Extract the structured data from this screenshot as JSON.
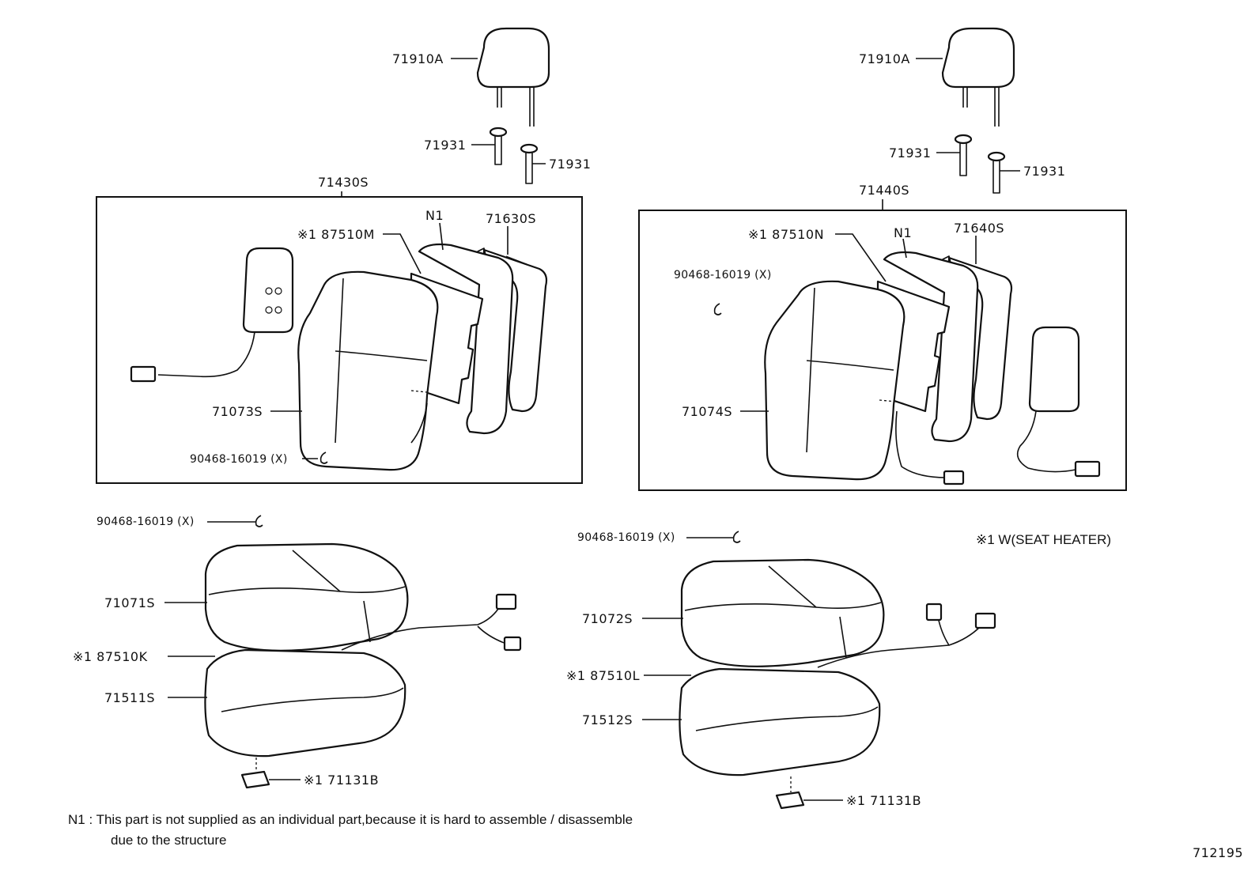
{
  "labels": {
    "left_headrest": "71910A",
    "left_guide_a": "71931",
    "left_guide_b": "71931",
    "left_back_assy": "71430S",
    "left_heater_back": "※1 87510M",
    "left_n1": "N1",
    "left_back_frame": "71630S",
    "left_back_cover": "71073S",
    "left_hog_ring_back": "90468-16019 (X)",
    "left_hog_ring_cushion": "90468-16019 (X)",
    "left_cushion_cover": "71071S",
    "left_heater_cushion": "※1 87510K",
    "left_cushion_pad": "71511S",
    "left_switch": "※1 71131B",
    "right_headrest": "71910A",
    "right_guide_a": "71931",
    "right_guide_b": "71931",
    "right_back_assy": "71440S",
    "right_heater_back": "※1 87510N",
    "right_n1": "N1",
    "right_back_frame": "71640S",
    "right_hog_ring_back": "90468-16019 (X)",
    "right_back_cover": "71074S",
    "right_hog_ring_cushion": "90468-16019 (X)",
    "right_cushion_cover": "71072S",
    "right_heater_cushion": "※1 87510L",
    "right_cushion_pad": "71512S",
    "right_switch": "※1 71131B"
  },
  "legend": {
    "note1": "※1 W(SEAT HEATER)"
  },
  "footnote": {
    "line1": "N1 :  This part is not supplied as an individual part,because it is hard to assemble / disassemble",
    "line2": "due to the structure"
  },
  "figure_number": "712195"
}
